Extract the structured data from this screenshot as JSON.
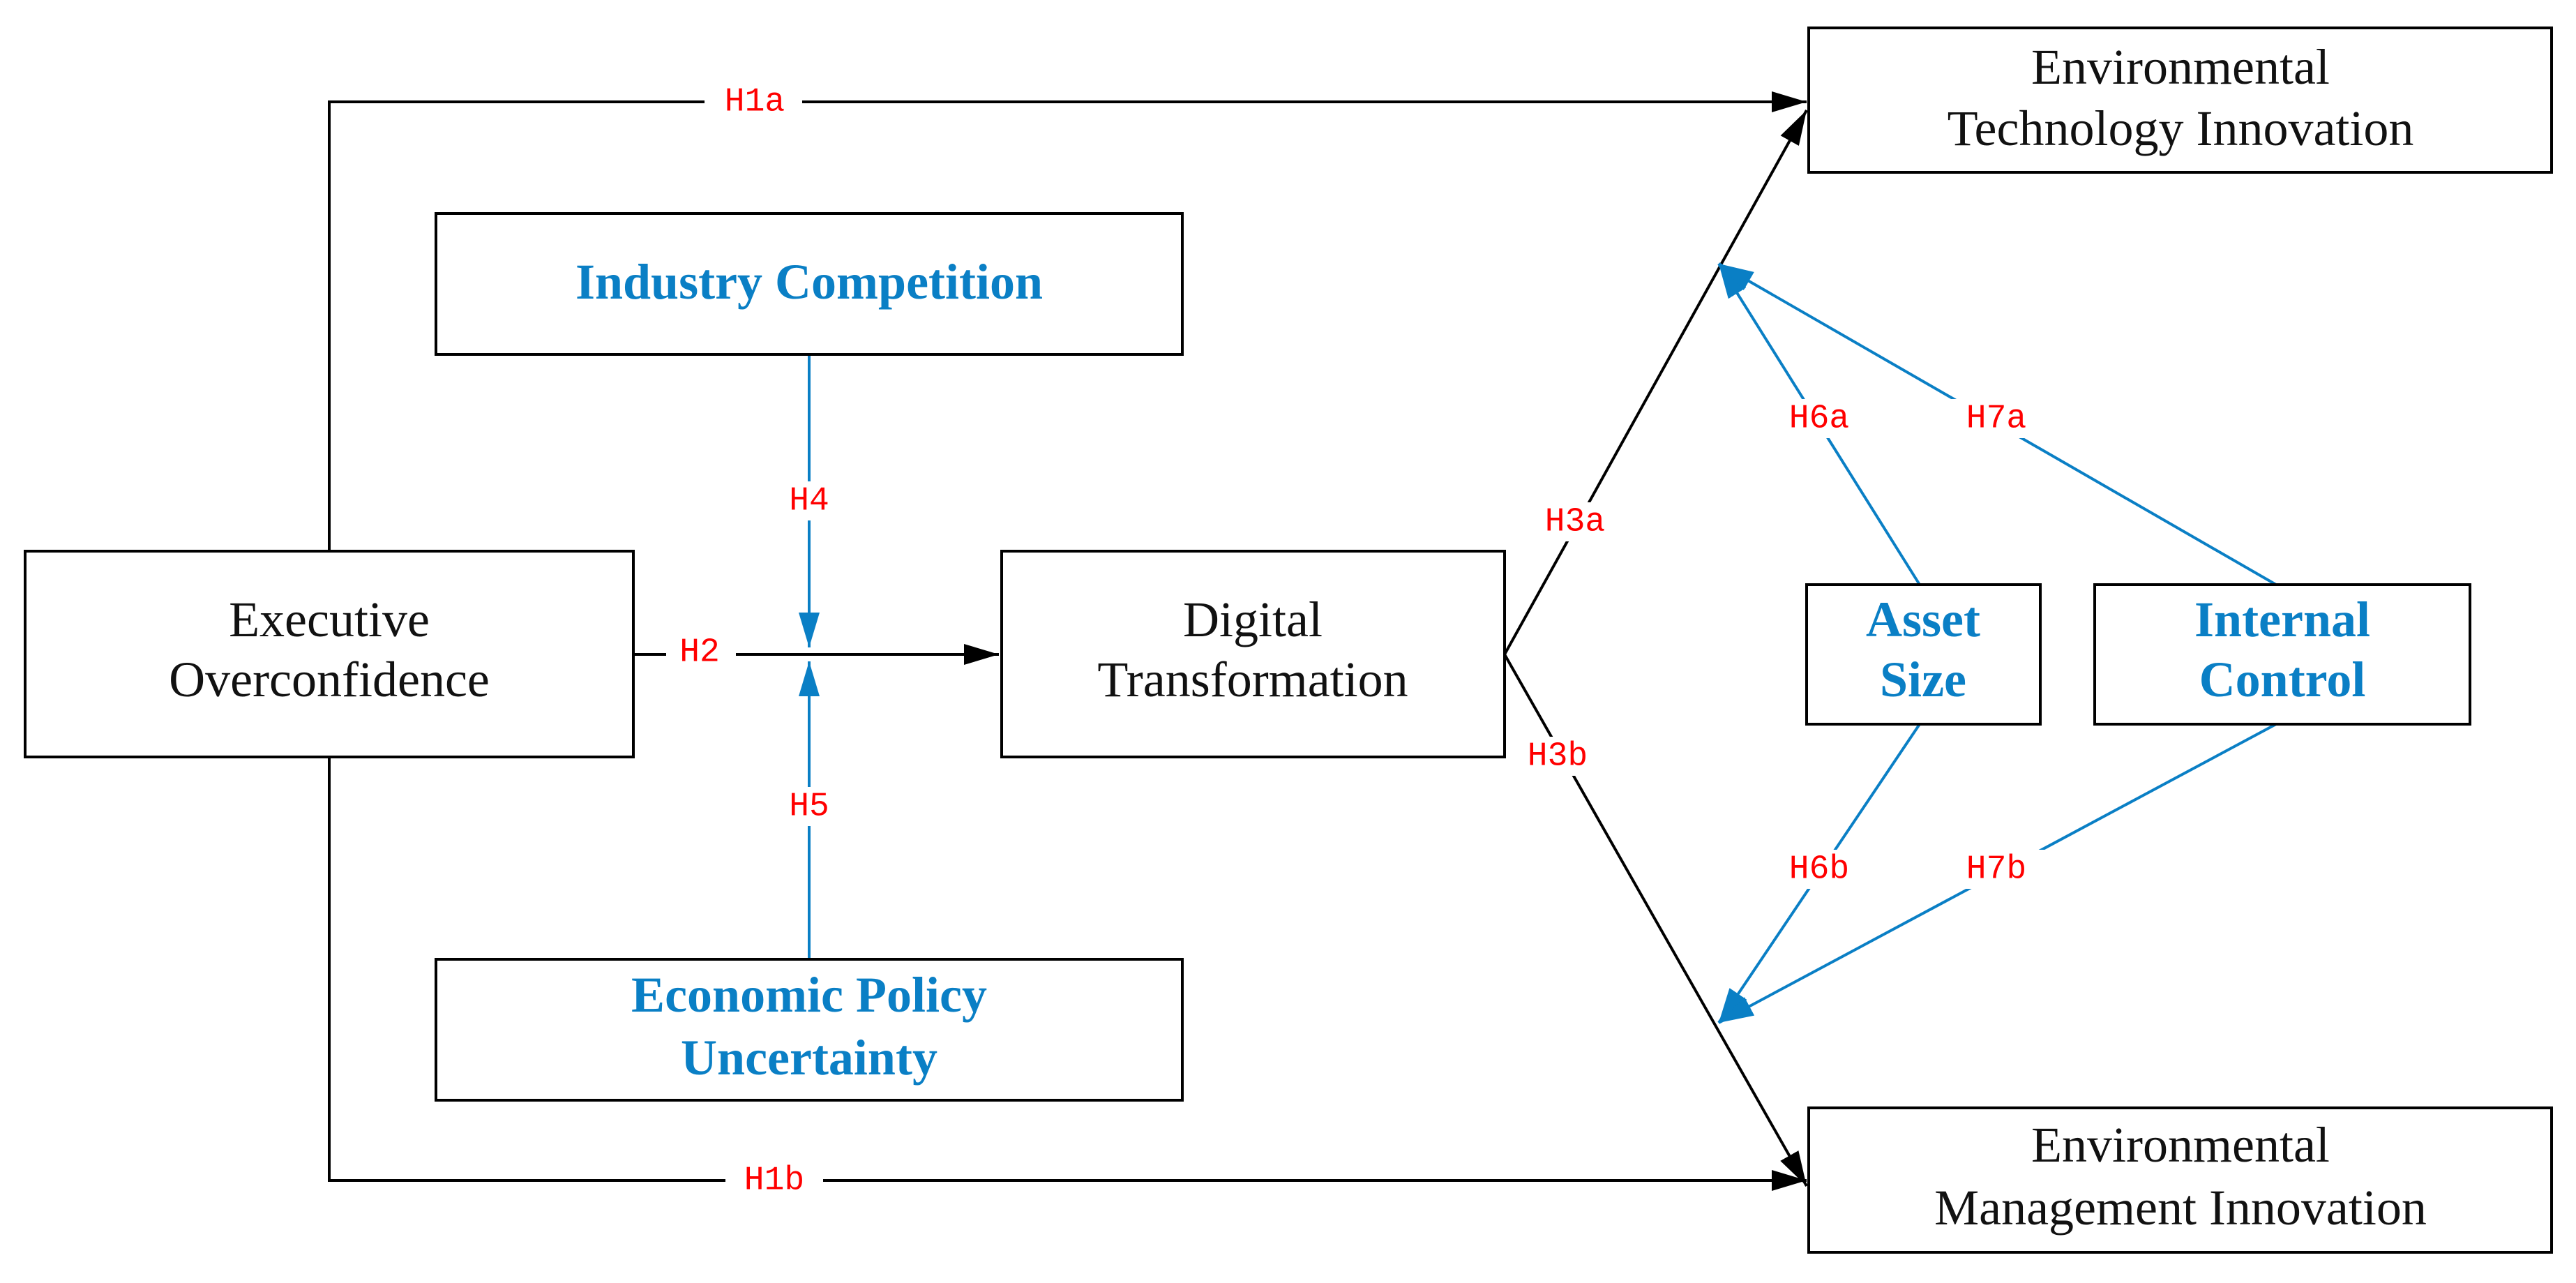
{
  "nodes": {
    "executive_overconfidence": {
      "line1": "Executive",
      "line2": "Overconfidence"
    },
    "industry_competition": {
      "line1": "Industry Competition"
    },
    "economic_policy_uncertainty": {
      "line1": "Economic Policy",
      "line2": "Uncertainty"
    },
    "digital_transformation": {
      "line1": "Digital",
      "line2": "Transformation"
    },
    "environmental_technology_innovation": {
      "line1": "Environmental",
      "line2": "Technology Innovation"
    },
    "environmental_management_innovation": {
      "line1": "Environmental",
      "line2": "Management Innovation"
    },
    "asset_size": {
      "line1": "Asset",
      "line2": "Size"
    },
    "internal_control": {
      "line1": "Internal",
      "line2": "Control"
    }
  },
  "edges": {
    "h1a": "H1a",
    "h1b": "H1b",
    "h2": "H2",
    "h3a": "H3a",
    "h3b": "H3b",
    "h4": "H4",
    "h5": "H5",
    "h6a": "H6a",
    "h6b": "H6b",
    "h7a": "H7a",
    "h7b": "H7b"
  },
  "colors": {
    "moderator_text": "#0a7fc5",
    "moderator_edge": "#0a7fc5",
    "hypothesis_label": "#ff0000",
    "main_edge": "#000000"
  }
}
